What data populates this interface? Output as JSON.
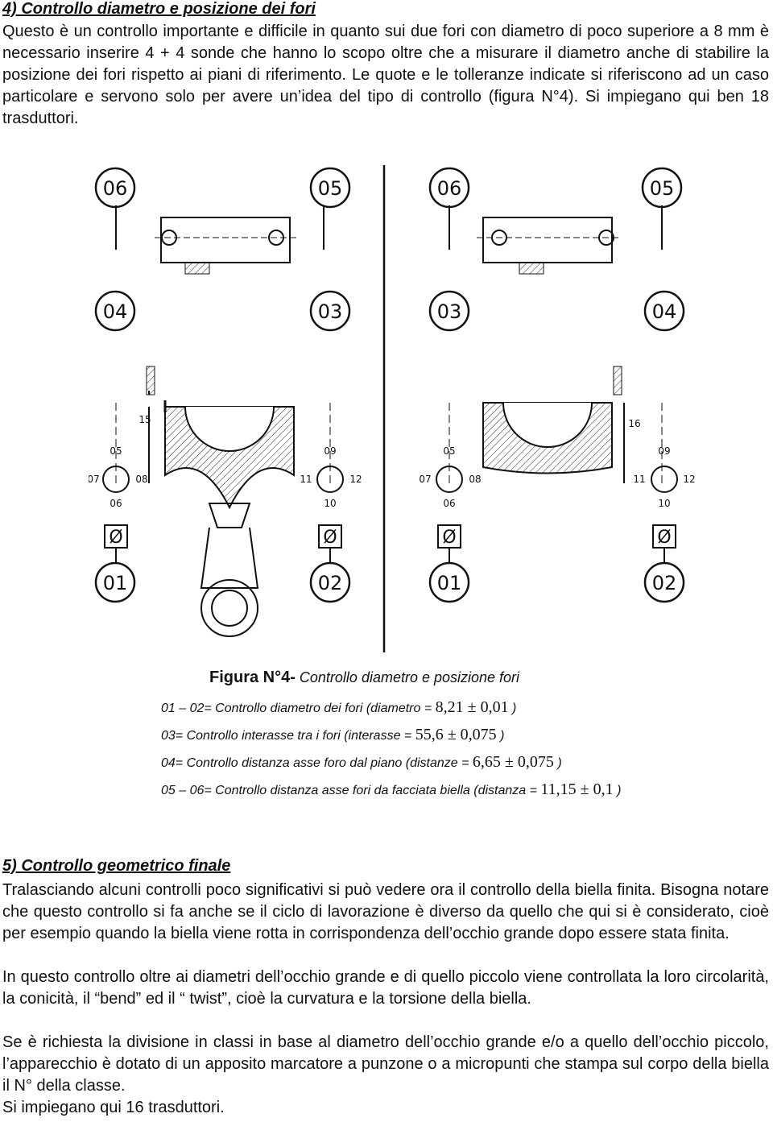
{
  "section4": {
    "title": "4) Controllo diametro e posizione dei fori",
    "paragraph": "Questo è un controllo  importante e difficile in quanto sui due fori con  diametro di poco superiore a 8 mm è necessario inserire 4 + 4  sonde che hanno lo scopo oltre che a misurare il diametro anche di stabilire la posizione dei fori rispetto ai piani di riferimento. Le quote e le tolleranze indicate si riferiscono ad un caso particolare e servono solo per avere un’idea del tipo di controllo (figura N°4). Si impiegano qui ben 18 trasduttori."
  },
  "figure": {
    "left": {
      "top_labels": [
        "06",
        "05"
      ],
      "mid_labels": [
        "04",
        "03"
      ],
      "bottom_labels": [
        "01",
        "02"
      ],
      "probe_num_left": "15",
      "probe1": {
        "top": "05",
        "left": "07",
        "right": "08",
        "bottom": "06"
      },
      "probe2": {
        "top": "09",
        "left": "11",
        "right": "12",
        "bottom": "10"
      },
      "symbol": "Ø"
    },
    "right": {
      "top_labels": [
        "06",
        "05"
      ],
      "mid_labels": [
        "03",
        "04"
      ],
      "bottom_labels": [
        "01",
        "02"
      ],
      "probe_num_right": "16",
      "probe1": {
        "top": "05",
        "left": "07",
        "right": "08",
        "bottom": "06"
      },
      "probe2": {
        "top": "09",
        "left": "11",
        "right": "12",
        "bottom": "10"
      },
      "symbol": "Ø"
    }
  },
  "caption": {
    "title_bold": "Figura N°4-",
    "title_italic": " Controllo diametro e posizione fori",
    "lines": [
      {
        "text": "01 – 02= Controllo diametro dei fori (diametro = ",
        "value": "8,21 ± 0,01",
        "end": " )"
      },
      {
        "text": "03= Controllo interasse tra i fori (interasse = ",
        "value": "55,6 ± 0,075",
        "end": " )"
      },
      {
        "text": "04= Controllo distanza asse foro dal piano (distanze = ",
        "value": "6,65 ± 0,075",
        "end": " )"
      },
      {
        "text": "05 – 06= Controllo distanza asse fori da facciata biella (distanza = ",
        "value": "11,15 ± 0,1",
        "end": " )"
      }
    ]
  },
  "section5": {
    "title": "5) Controllo geometrico finale",
    "p1": "Tralasciando alcuni controlli poco significativi si può vedere ora il controllo della biella finita. Bisogna notare che questo controllo si fa anche se il ciclo di lavorazione è diverso da quello che qui si è considerato, cioè per esempio quando la biella viene rotta in corrispondenza dell’occhio grande dopo essere stata finita.",
    "p2": "In questo controllo oltre ai diametri dell’occhio grande e di quello piccolo viene controllata la loro circolarità, la conicità, il “bend” ed il “ twist”, cioè la curvatura e la torsione della biella.",
    "p3": "Se è richiesta la divisione in classi in base al diametro dell’occhio grande e/o a quello dell’occhio piccolo, l’apparecchio è dotato di un apposito marcatore a punzone o a micropunti che stampa sul corpo della biella il N° della classe.",
    "p4": "Si impiegano qui 16 trasduttori."
  }
}
